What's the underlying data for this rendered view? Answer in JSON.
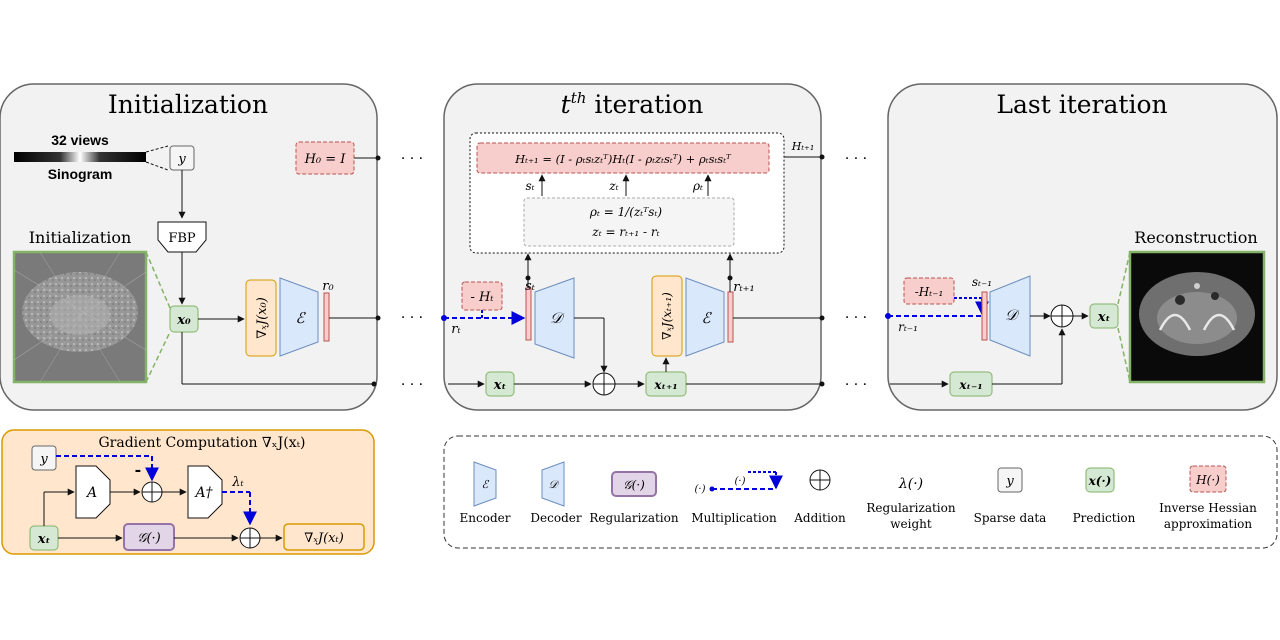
{
  "panels": {
    "init_title": "Initialization",
    "iter_title_main": "t",
    "iter_title_sup": "th",
    "iter_title_rest": "iteration",
    "last_title": "Last iteration"
  },
  "init": {
    "views": "32 views",
    "sinogram": "Sinogram",
    "y": "y",
    "h0": "H₀ = I",
    "fbp": "FBP",
    "image_label": "Initialization",
    "x0": "x₀",
    "grad_x0": "∇ₓJ(x₀)",
    "enc": "ℰ",
    "r0": "r₀",
    "ellipsis": "· · ·"
  },
  "iter": {
    "h_update": "Hₜ₊₁ = (I - ρₜsₜzₜᵀ)Hₜ(I - ρₜzₜsₜᵀ) + ρₜsₜsₜᵀ",
    "h_next": "Hₜ₊₁",
    "s_t": "sₜ",
    "z_t": "zₜ",
    "rho_t": "ρₜ",
    "rho_def": "ρₜ = 1/(zₜᵀsₜ)",
    "z_def": "zₜ = rₜ₊₁ - rₜ",
    "neg_h": "- Hₜ",
    "r_t": "rₜ",
    "s_t_out": "sₜ",
    "dec": "𝒟",
    "grad_next": "∇ₓJ(xₜ₊₁)",
    "enc": "ℰ",
    "r_next": "rₜ₊₁",
    "x_t": "xₜ",
    "x_next": "xₜ₊₁"
  },
  "last": {
    "neg_h": "-Hₜ₋₁",
    "s": "sₜ₋₁",
    "r": "rₜ₋₁",
    "dec": "𝒟",
    "x_prev": "xₜ₋₁",
    "x_T": "xₜ",
    "recon_label": "Reconstruction"
  },
  "gradient": {
    "title": "Gradient Computation  ∇ₓJ(xₜ)",
    "y": "y",
    "A": "A",
    "A_dag": "A†",
    "minus": "-",
    "lambda": "λₜ",
    "x_t": "xₜ",
    "G": "𝒢(·)",
    "out": "∇ₓJ(xₜ)"
  },
  "legend": {
    "encoder": "Encoder",
    "decoder": "Decoder",
    "regularization": "Regularization",
    "multiplication": "Multiplication",
    "addition": "Addition",
    "reg_weight_1": "Regularization",
    "reg_weight_2": "weight",
    "sparse": "Sparse data",
    "prediction": "Prediction",
    "hessian_1": "Inverse Hessian",
    "hessian_2": "approximation",
    "enc_sym": "ℰ",
    "dec_sym": "𝒟",
    "g_sym": "𝒢(·)",
    "mul_in": "(·)",
    "mul_out": "(·)",
    "lambda_sym": "λ(·)",
    "y_sym": "y",
    "x_sym": "x(·)",
    "h_sym": "H(·)"
  },
  "colors": {
    "panel_bg": "#f2f2f2",
    "encoder_fill": "#dae8fc",
    "encoder_stroke": "#6c8ebf",
    "pred_fill": "#d5e8d4",
    "pred_stroke": "#82b366",
    "hess_fill": "#f8cecc",
    "hess_stroke": "#b85450",
    "grad_fill": "#ffe6cc",
    "grad_stroke": "#d79b00",
    "reg_fill": "#e1d5e7",
    "reg_stroke": "#9673a6",
    "blue_dash": "#0000dd"
  }
}
